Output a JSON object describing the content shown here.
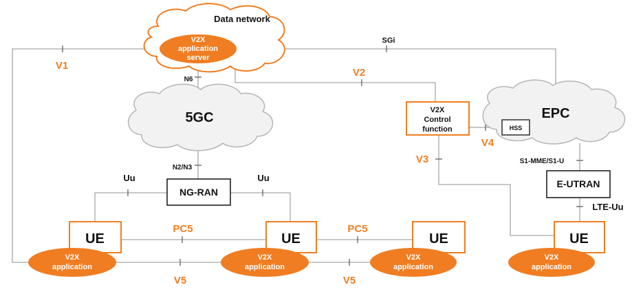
{
  "colors": {
    "accent": "#f07d21",
    "line": "#a6a6a6",
    "cloud_fill": "#f2f2f2",
    "cloud_stroke": "#b5b5b5"
  },
  "clouds": {
    "data_network": "Data network",
    "core_5g": "5GC",
    "epc": "EPC"
  },
  "server": {
    "line1": "V2X",
    "line2": "application",
    "line3": "server"
  },
  "control_function": {
    "line1": "V2X",
    "line2": "Control",
    "line3": "function"
  },
  "boxes": {
    "ng_ran": "NG-RAN",
    "e_utran": "E-UTRAN",
    "hss": "HSS"
  },
  "ue_label": "UE",
  "app": {
    "line1": "V2X",
    "line2": "application"
  },
  "interfaces": {
    "v1": "V1",
    "v2": "V2",
    "v3": "V3",
    "v4": "V4",
    "v5_left": "V5",
    "v5_right": "V5",
    "sgi": "SGi",
    "n6": "N6",
    "n2n3": "N2/N3",
    "uu_left": "Uu",
    "uu_right": "Uu",
    "pc5_left": "PC5",
    "pc5_right": "PC5",
    "s1": "S1-MME/S1-U",
    "lte_uu": "LTE-Uu"
  }
}
